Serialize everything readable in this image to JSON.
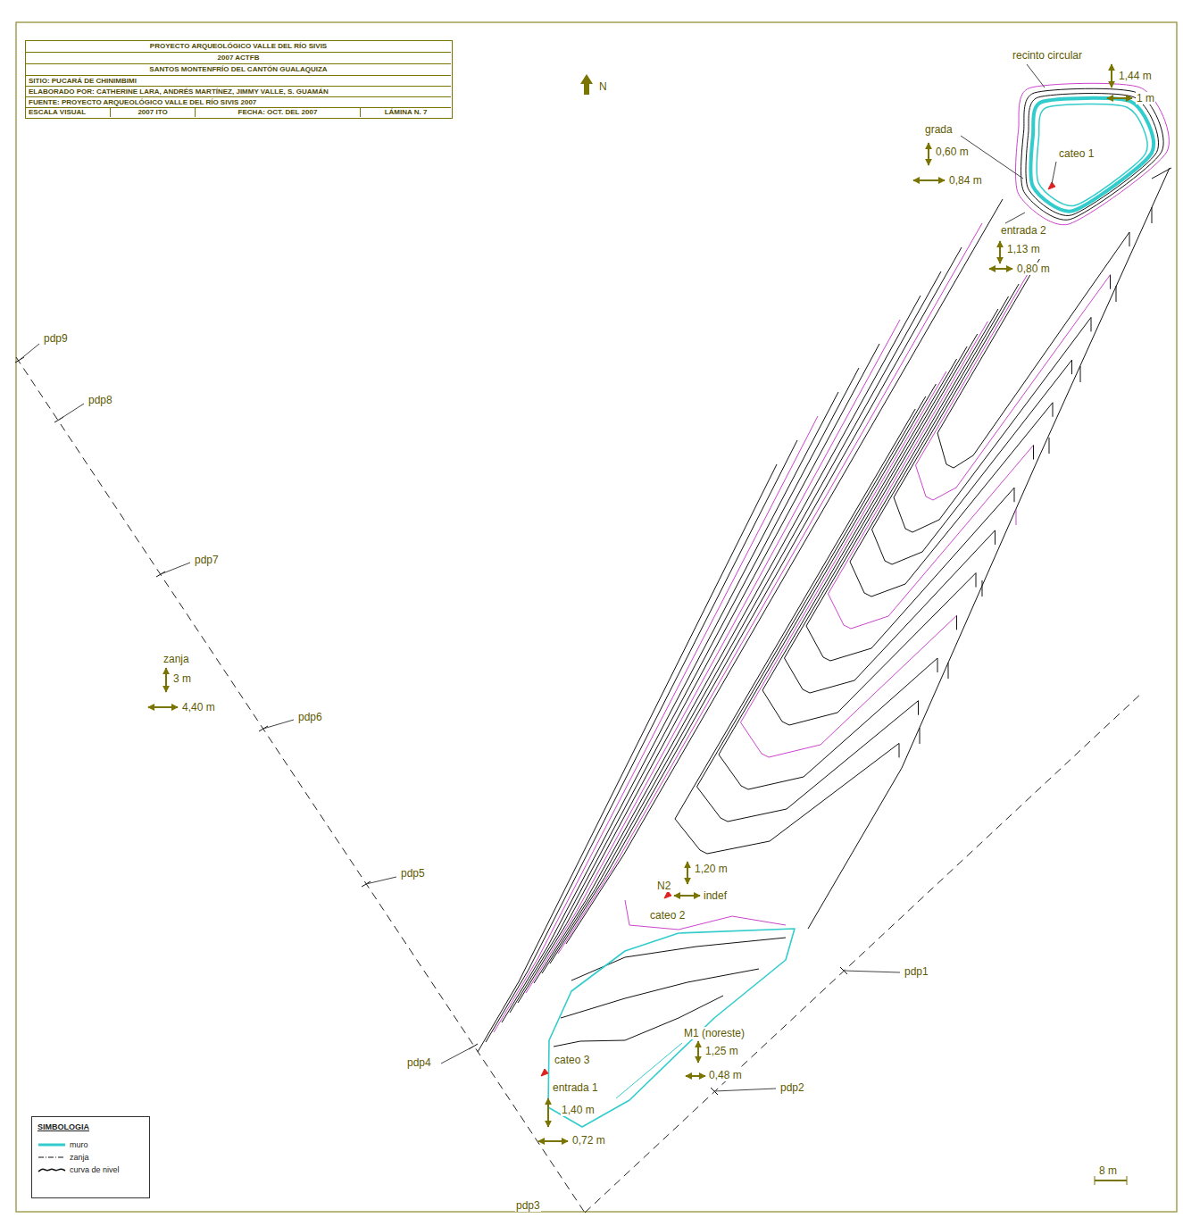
{
  "diagram": {
    "title": "PROYECTO ARQUEOLÓGICO VALLE DEL RÍO SIVIS",
    "labels": [
      "2007 ACTFB",
      "SANTOS MONTENFRÍO DEL CANTÓN GUALAQUIZA",
      "SITIO: PUCARÁ DE CHINIMBIMI",
      "ELABORADO POR: CATHERINE LARA, ANDRÉS MARTÍNEZ, JIMMY VALLE, S. GUAMÁN",
      "FUENTE: PROYECTO ARQUEOLÓGICO VALLE DEL RÍO SIVIS 2007",
      "ESCALA VISUAL",
      "2007 ITO",
      "FECHA: OCT. DEL 2007",
      "LÁMINA N. 7",
      "N",
      "recinto circular",
      "1,44 m",
      "1 m",
      "grada",
      "0,60 m",
      "0,84 m",
      "cateo 1",
      "entrada 2",
      "1,13 m",
      "0,80 m",
      "pdp9",
      "pdp8",
      "pdp7",
      "zanja",
      "3 m",
      "4,40 m",
      "pdp6",
      "pdp5",
      "1,20 m",
      "N2",
      "indef",
      "cateo 2",
      "pdp1",
      "M1 (noreste)",
      "1,25 m",
      "0,48 m",
      "pdp2",
      "pdp4",
      "cateo 3",
      "entrada 1",
      "1,40 m",
      "0,72 m",
      "pdp3",
      "8 m",
      "SIMBOLOGIA"
    ],
    "legend": [
      {
        "text": "muro"
      },
      {
        "text": "zanja"
      },
      {
        "text": "curva de nivel"
      }
    ]
  }
}
